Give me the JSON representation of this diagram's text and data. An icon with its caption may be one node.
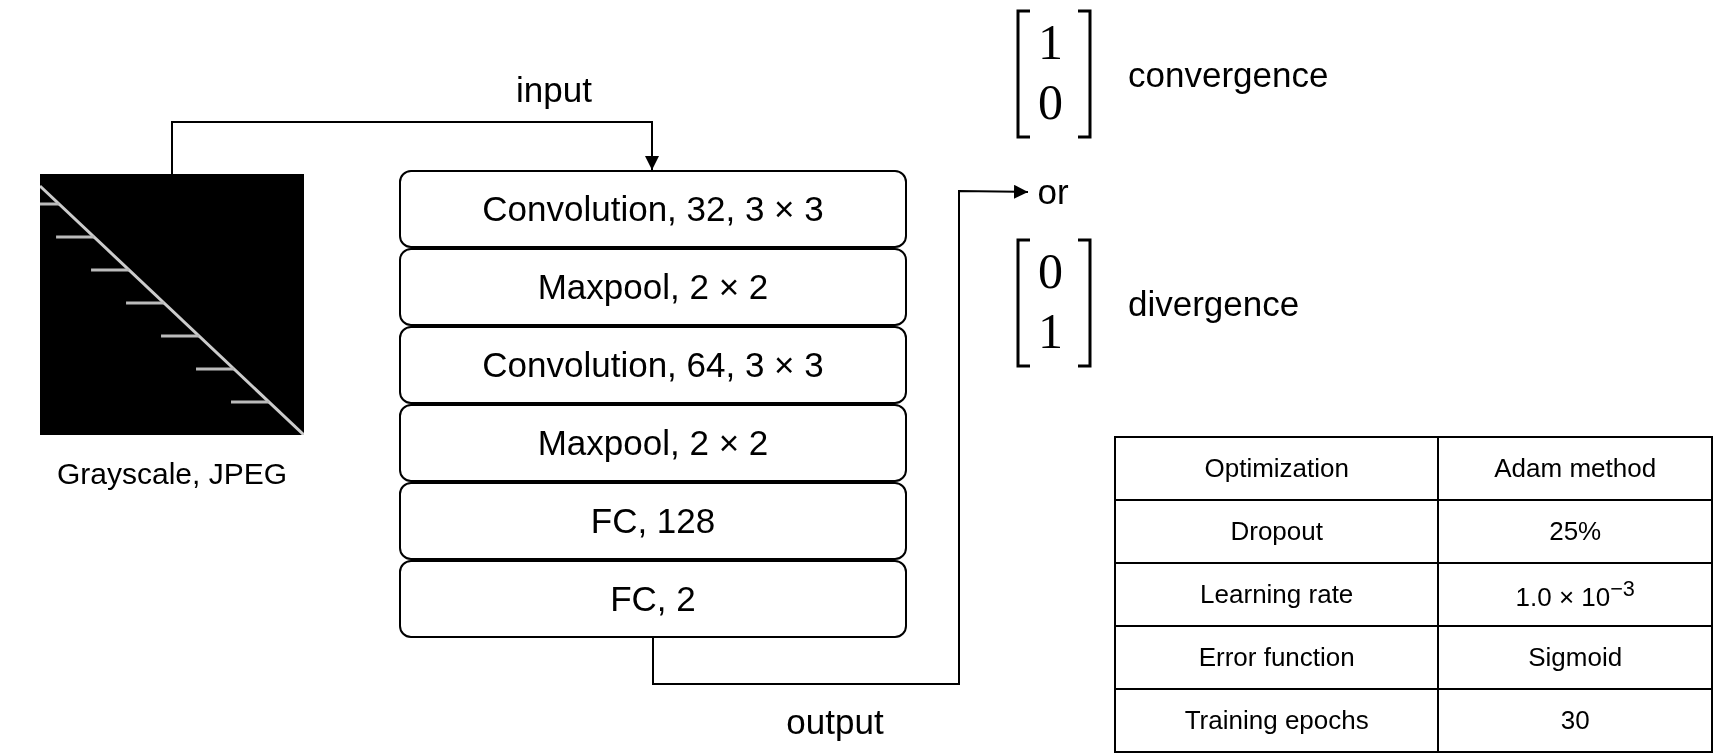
{
  "diagram": {
    "nodes": [
      {
        "text": [],
        "shape": "picture",
        "beside": [
          "Grayscale, JPEG"
        ]
      },
      {
        "text": [
          "Convolution, 32, 3 × 3"
        ]
      },
      {
        "text": [
          "Maxpool, 2 × 2"
        ]
      },
      {
        "text": [
          "Convolution, 64, 3 × 3"
        ]
      },
      {
        "text": [
          "Maxpool, 2 × 2"
        ]
      },
      {
        "text": [
          "FC, 128"
        ]
      },
      {
        "text": [
          "FC, 2"
        ]
      },
      {
        "text": [
          "or"
        ]
      }
    ],
    "edges": [
      {
        "from": 0,
        "to": 1,
        "arrow": "to",
        "label": "input"
      },
      {
        "from": 6,
        "to": 7,
        "arrow": "to",
        "label": "output"
      }
    ],
    "labels": [
      "1",
      "0",
      "convergence",
      "0",
      "1",
      "divergence",
      "Optimization",
      "Adam method",
      "Dropout",
      "25%",
      "Learning rate",
      "1.0 × 10$^{−3}$",
      "Error function",
      "Sigmoid",
      "Training epochs",
      "30"
    ]
  }
}
